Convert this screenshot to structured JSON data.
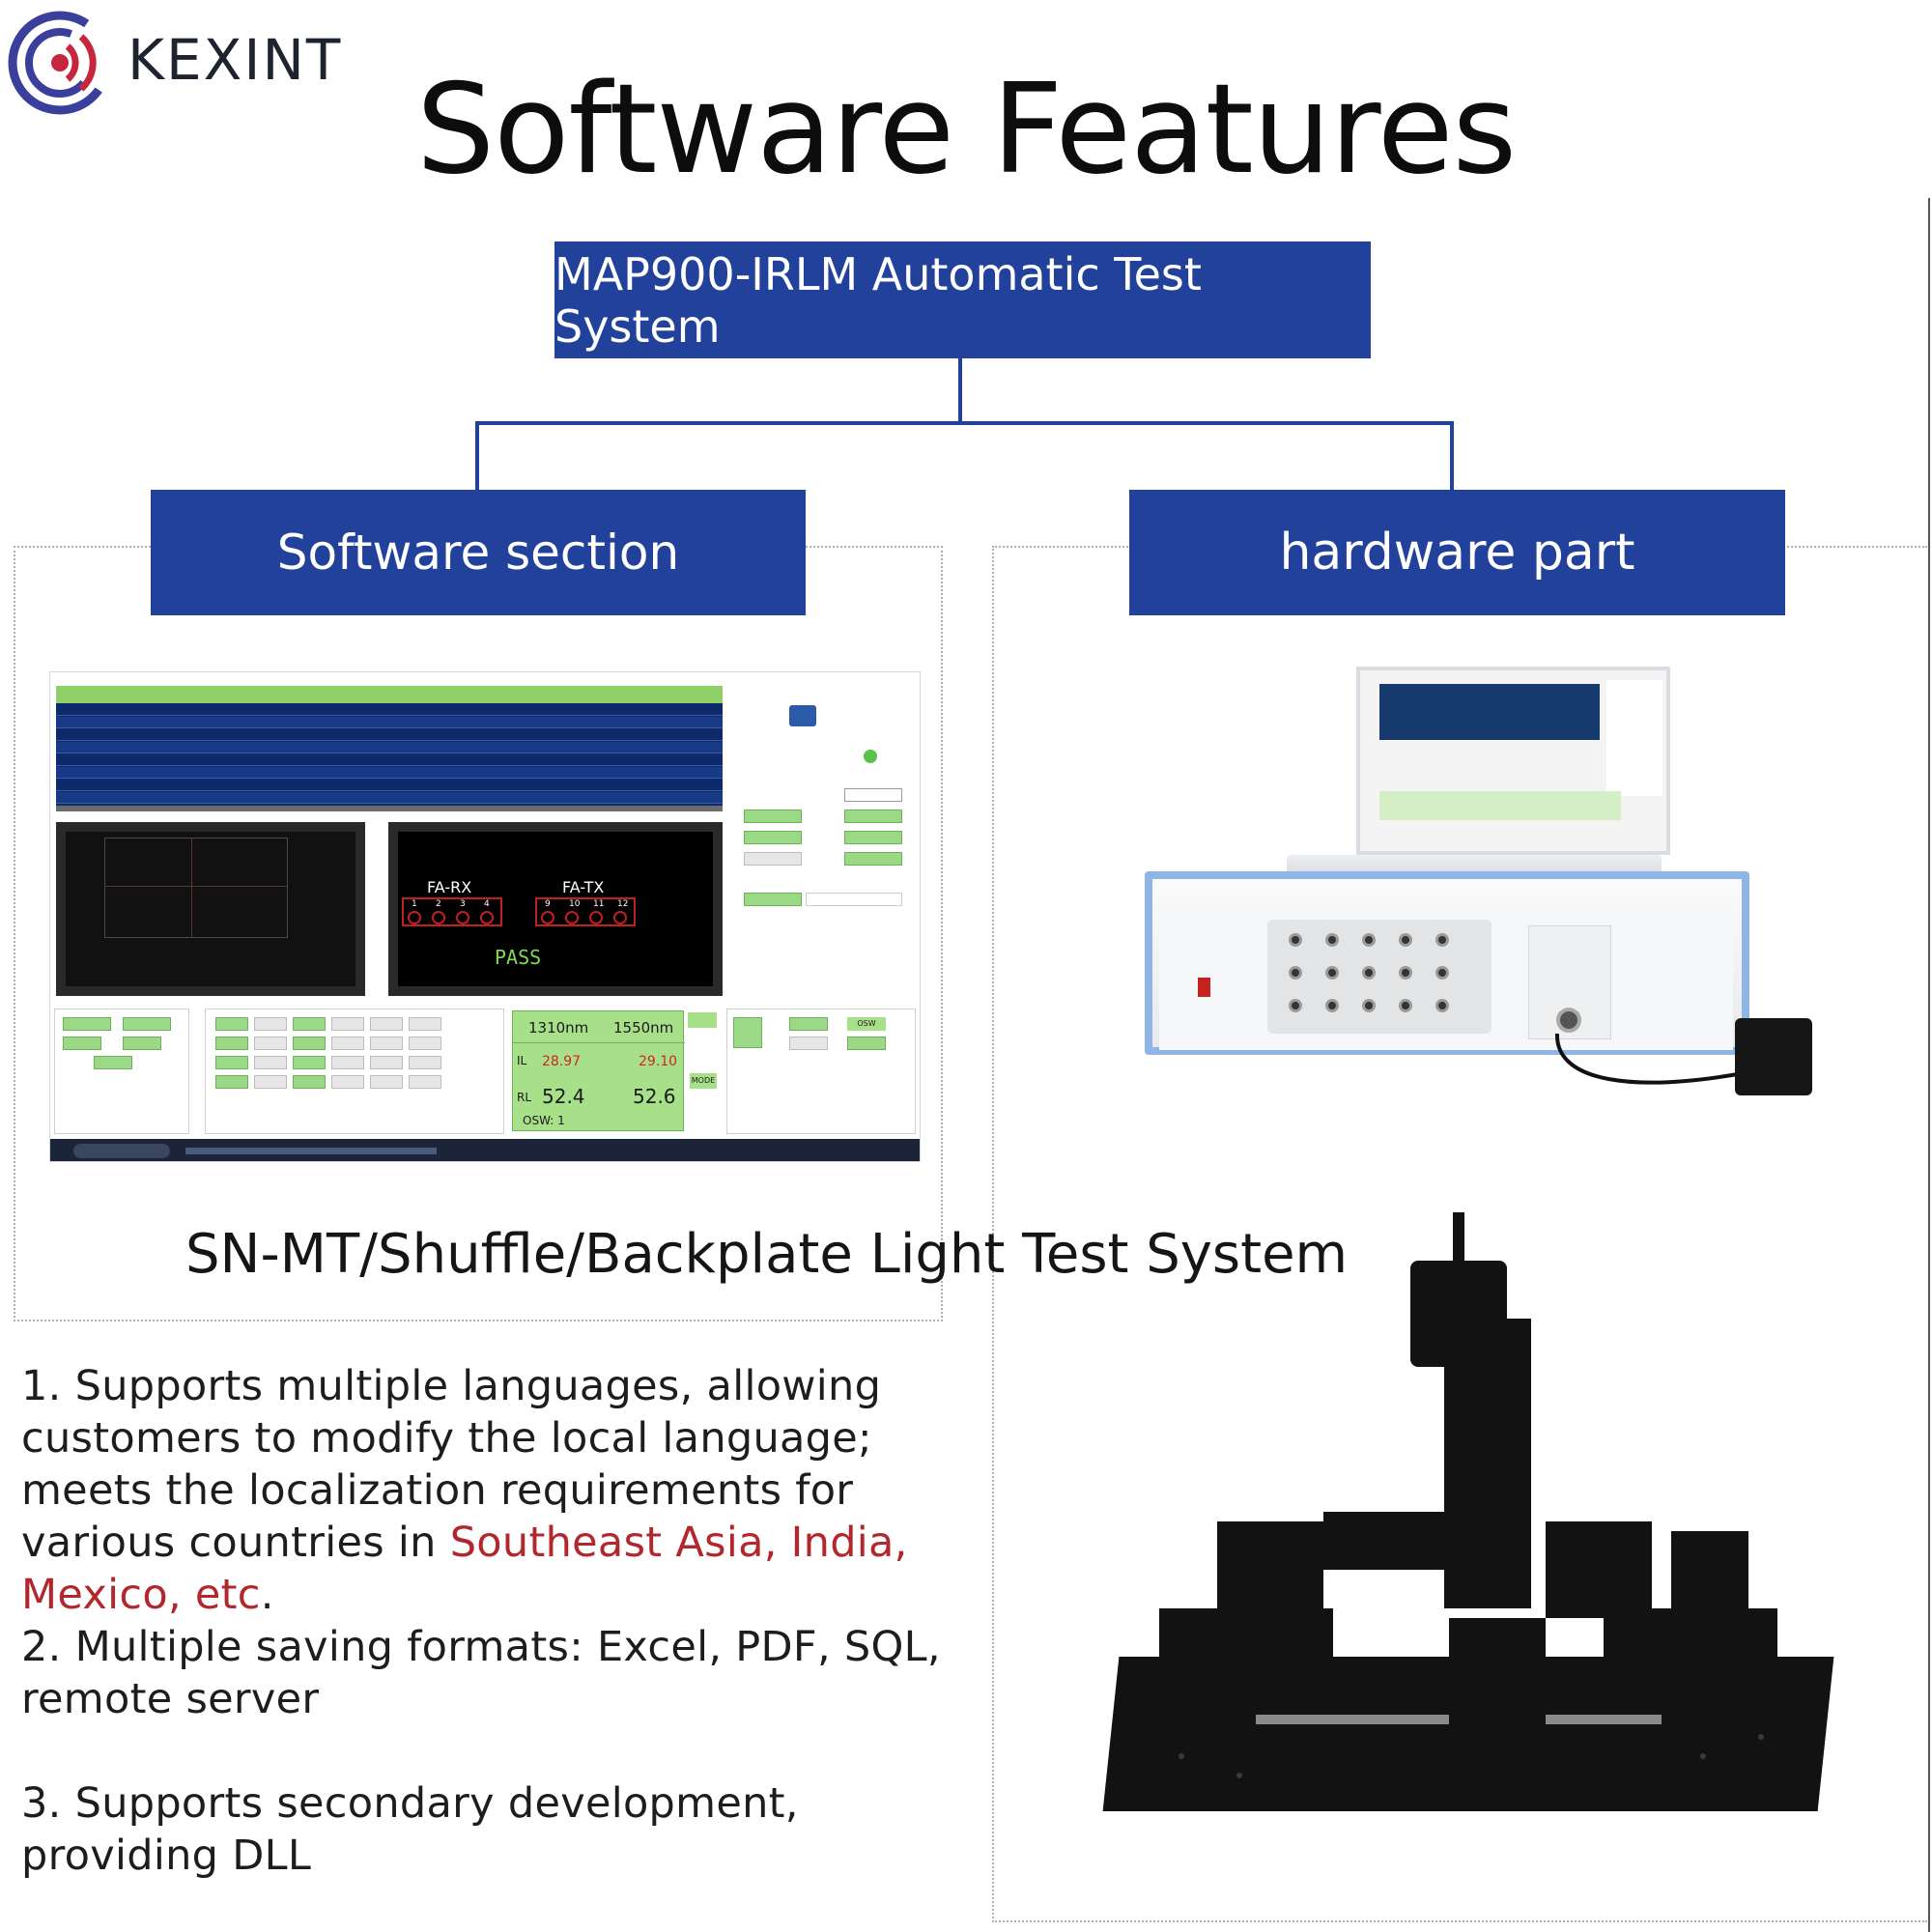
{
  "brand": {
    "name": "KEXINT",
    "accent": "#c5283d",
    "logo_blue": "#3a3f9c"
  },
  "title": "Software Features",
  "diagram": {
    "root": "MAP900-IRLM Automatic Test System",
    "left": "Software section",
    "right": "hardware part",
    "box_color": "#22419a"
  },
  "software_screen": {
    "fa_rx": "FA-RX",
    "fa_tx": "FA-TX",
    "ports_rx": [
      "1",
      "2",
      "3",
      "4"
    ],
    "ports_tx": [
      "9",
      "10",
      "11",
      "12"
    ],
    "pass_text": "PASS",
    "wave_1": "1310nm",
    "wave_2": "1550nm",
    "il_label": "IL",
    "il_1": "28.97",
    "il_2": "29.10",
    "rl_label": "RL",
    "rl_1": "52.4",
    "rl_2": "52.6",
    "osw": "OSW:  1",
    "mode_btn": "MODE",
    "osw_btn": "OSW"
  },
  "subtitle": "SN-MT/Shuffle/Backplate Light Test System",
  "features": {
    "f1_part1": "1. Supports multiple languages, allowing customers to modify the local language; meets the localization requirements for various countries in ",
    "f1_highlight": "Southeast Asia, India, Mexico, etc",
    "f1_end": ".",
    "f2": "2. Multiple saving formats: Excel, PDF, SQL, remote server",
    "f3": "3. Supports secondary development, providing DLL"
  }
}
